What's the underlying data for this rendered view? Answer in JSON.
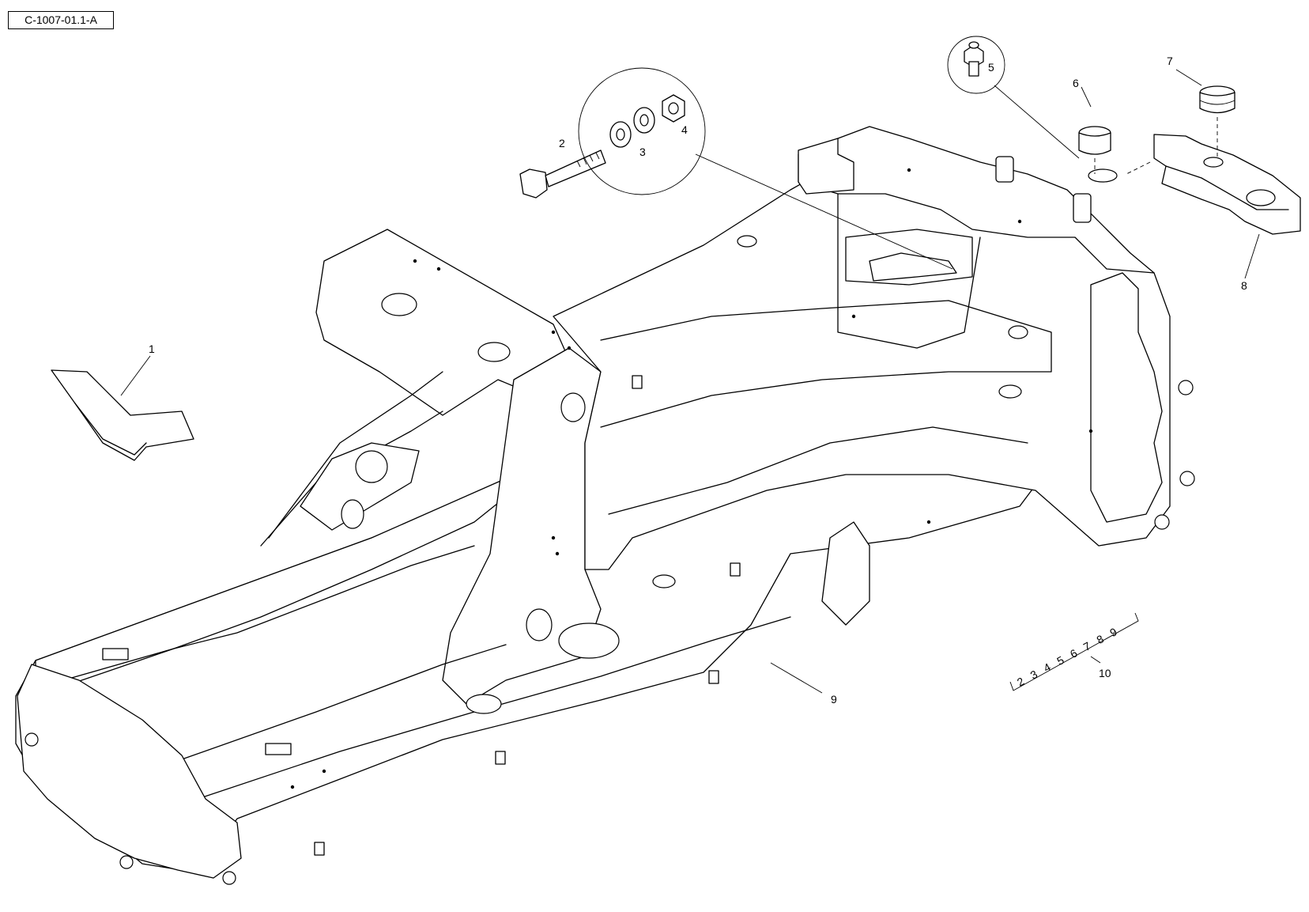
{
  "figure_ref": "C-1007-01.1-A",
  "callouts": [
    {
      "id": "1",
      "label": "1"
    },
    {
      "id": "2",
      "label": "2"
    },
    {
      "id": "3",
      "label": "3"
    },
    {
      "id": "4",
      "label": "4"
    },
    {
      "id": "5",
      "label": "5"
    },
    {
      "id": "6",
      "label": "6"
    },
    {
      "id": "7",
      "label": "7"
    },
    {
      "id": "8",
      "label": "8"
    },
    {
      "id": "9",
      "label": "9"
    },
    {
      "id": "10",
      "label": "10"
    }
  ],
  "kit_group": {
    "items": [
      "2",
      "3",
      "4",
      "5",
      "6",
      "7",
      "8",
      "9"
    ],
    "label": "10"
  }
}
